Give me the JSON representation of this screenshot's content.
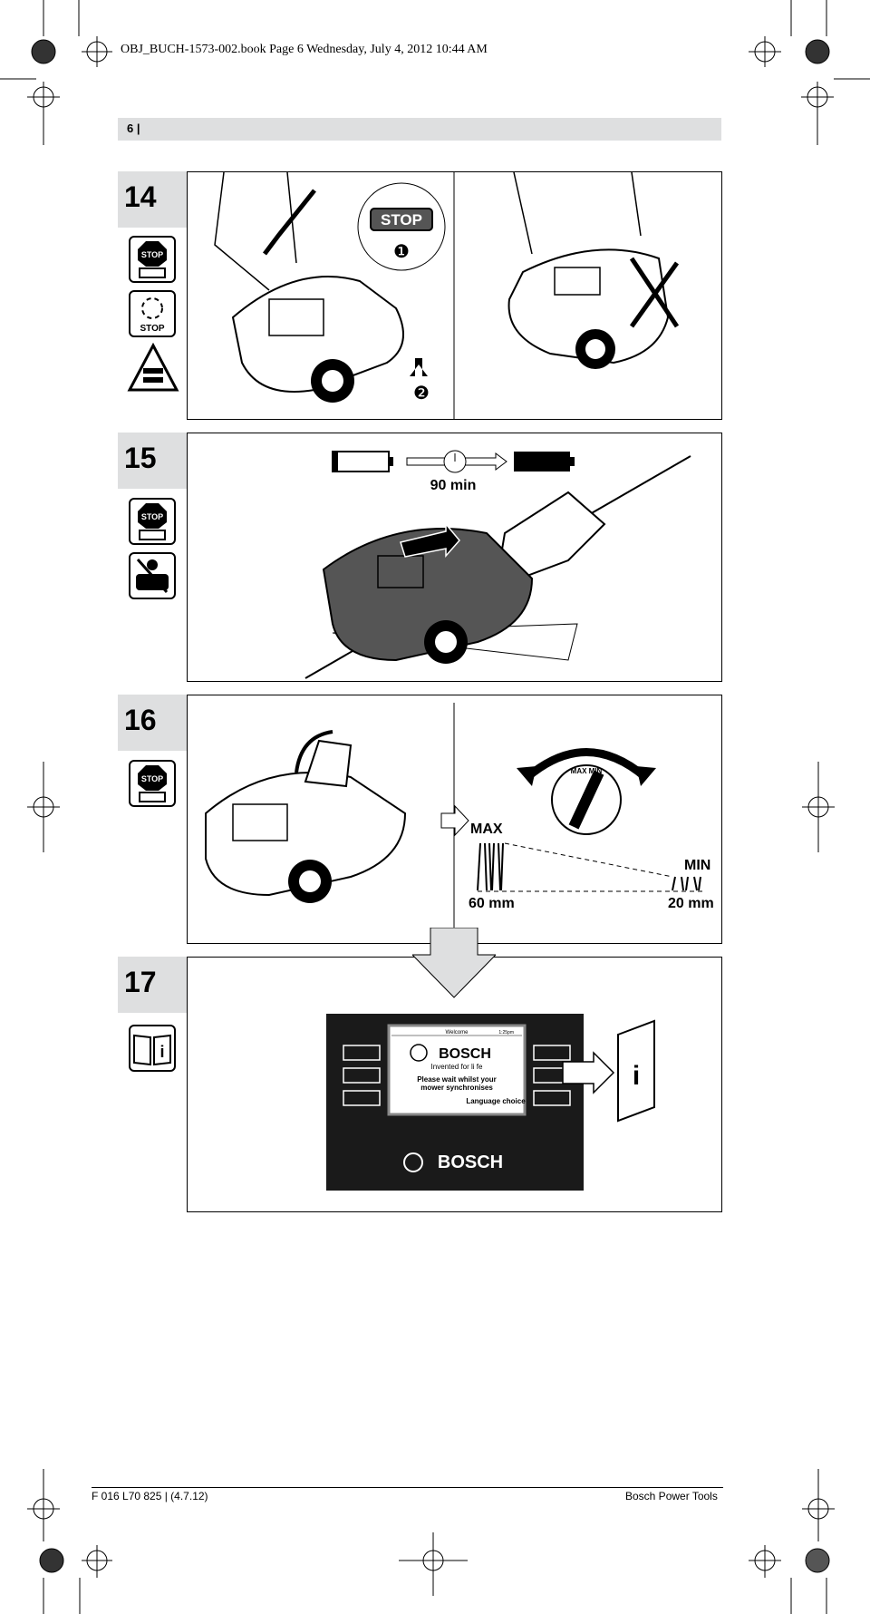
{
  "header": {
    "file_line": "OBJ_BUCH-1573-002.book  Page 6  Wednesday, July 4, 2012  10:44 AM"
  },
  "page": {
    "number": "6 |"
  },
  "steps": [
    {
      "number": "14",
      "stop_label": "STOP",
      "callout_1": "❶",
      "callout_2": "❷"
    },
    {
      "number": "15",
      "charge_time": "90 min"
    },
    {
      "number": "16",
      "max_label": "MAX",
      "min_label": "MIN",
      "max_height": "60 mm",
      "min_height": "20 mm",
      "dial_text": "MAX MIN"
    },
    {
      "number": "17"
    }
  ],
  "display": {
    "status_text": "Welcome",
    "time_text": "1:25pm",
    "brand": "BOSCH",
    "tagline": "Invented for li fe",
    "message_line1": "Please wait whilst your",
    "message_line2": "mower synchronises",
    "language": "Language choice",
    "bottom_brand": "BOSCH"
  },
  "icons": {
    "stop_label": "STOP",
    "info_label": "i"
  },
  "footer": {
    "left": "F 016 L70 825 | (4.7.12)",
    "right": "Bosch Power Tools"
  }
}
